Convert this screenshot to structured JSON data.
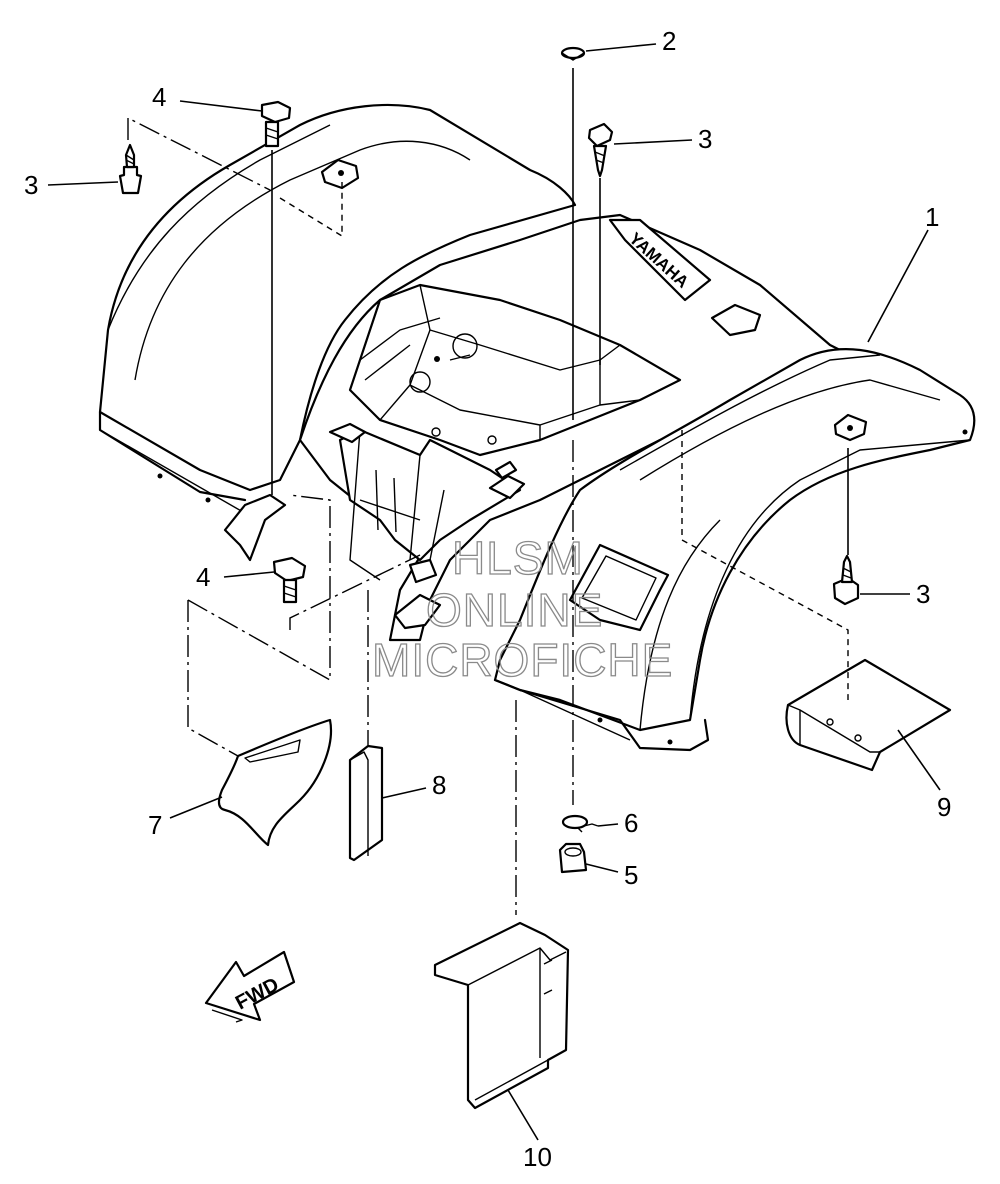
{
  "callouts": {
    "c1": "1",
    "c2": "2",
    "c3a": "3",
    "c3b": "3",
    "c3c": "3",
    "c4a": "4",
    "c4b": "4",
    "c5": "5",
    "c6": "6",
    "c7": "7",
    "c8": "8",
    "c9": "9",
    "c10": "10"
  },
  "brand_label": "YAMAHA",
  "fwd_label": "FWD",
  "watermark": {
    "line1": "HLSM",
    "line2": "ONLINE",
    "line3": "MICROFICHE"
  },
  "colors": {
    "line": "#000000",
    "background": "#ffffff",
    "watermark": "#8a8a8a"
  }
}
